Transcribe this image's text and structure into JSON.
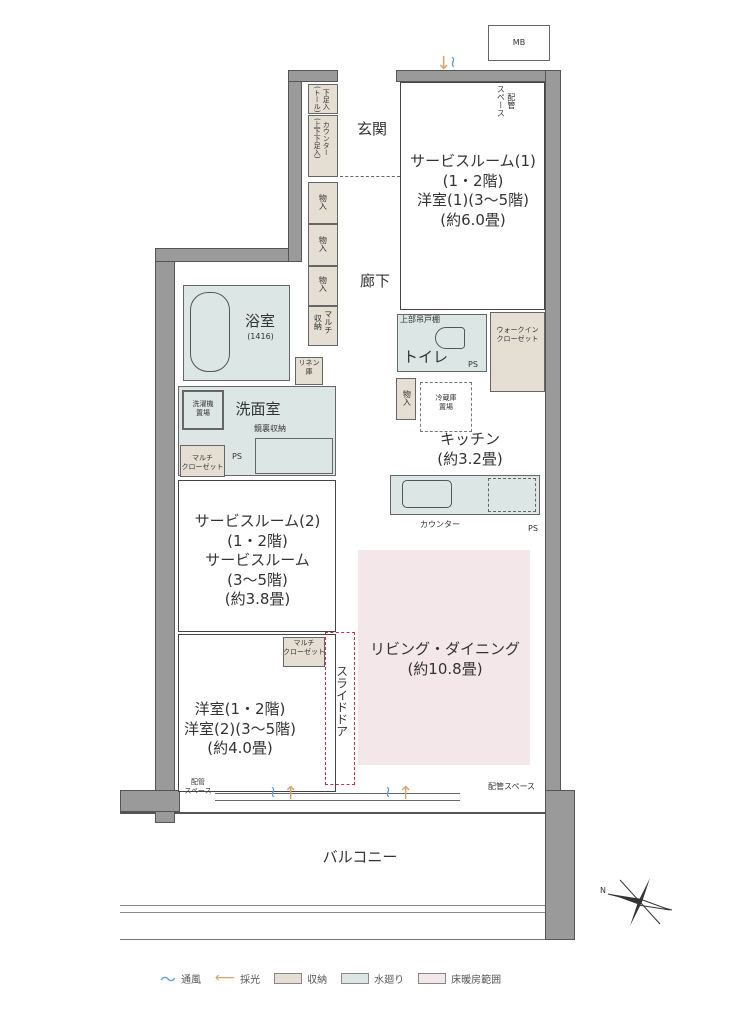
{
  "rooms": {
    "service_room_1": "サービスルーム(1)\n(1・2階)\n洋室(1)(3〜5階)\n(約6.0畳)",
    "genkan": "玄関",
    "corridor": "廊下",
    "bath": "浴室",
    "bath_size": "(1416)",
    "toilet": "トイレ",
    "upper_cabinet": "上部吊戸棚",
    "walk_in_closet": "ウォークイン\nクローゼット",
    "linen": "リネン\n庫",
    "washroom": "洗面室",
    "mirror_storage": "鏡裏収納",
    "washer_space": "洗濯機\n置場",
    "fridge_space": "冷蔵庫\n置場",
    "storage": "物入",
    "multi_storage": "マルチ\n収納",
    "shoe_tall": "下足入\n(トール)",
    "shoe_counter": "カウンター\n(上下下足入)",
    "kitchen": "キッチン\n(約3.2畳)",
    "counter": "カウンター",
    "multi_closet": "マルチ\nクローゼット",
    "service_room_2": "サービスルーム(2)\n(1・2階)\nサービスルーム\n(3〜5階)\n(約3.8畳)",
    "western_room": "洋室(1・2階)\n洋室(2)(3〜5階)\n(約4.0畳)",
    "living_dining": "リビング・ダイニング\n(約10.8畳)",
    "slide_door": "スライドドア",
    "balcony": "バルコニー",
    "piping_space": "配管\nスペース",
    "piping_space_inline": "配管スペース",
    "ps": "PS",
    "mb": "MB"
  },
  "compass": {
    "north_label": "N"
  },
  "legend": [
    {
      "label": "通風",
      "color": "#5b9bd5",
      "icon": "wind-icon"
    },
    {
      "label": "採光",
      "color": "#d9a36b",
      "icon": "light-arrow-icon"
    },
    {
      "label": "収納",
      "color": "#e4ded3"
    },
    {
      "label": "水廻り",
      "color": "#dce7e5"
    },
    {
      "label": "床暖房範囲",
      "color": "#f4e7ea"
    }
  ]
}
